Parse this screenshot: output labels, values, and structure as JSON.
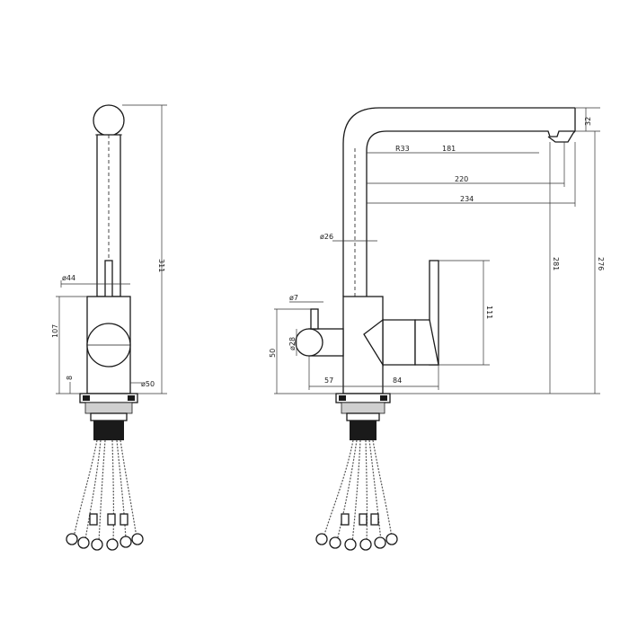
{
  "drawing": {
    "front_view": {
      "dim_height_total": "311",
      "dim_body_diameter": "ø44",
      "dim_body_height": "107",
      "dim_base": "8",
      "dim_base_diameter": "ø50"
    },
    "side_view": {
      "dim_spout_top": "32",
      "dim_bend_radius": "R33",
      "dim_spout_181": "181",
      "dim_spout_220": "220",
      "dim_spout_234": "234",
      "dim_spout_tube": "ø26",
      "dim_filter_handle": "ø7",
      "dim_filter_knob": "ø28",
      "dim_knob_height": "50",
      "dim_left_reach": "57",
      "dim_right_reach": "84",
      "dim_lever_height": "111",
      "dim_outlet_height": "281",
      "dim_overall_height": "276"
    }
  }
}
